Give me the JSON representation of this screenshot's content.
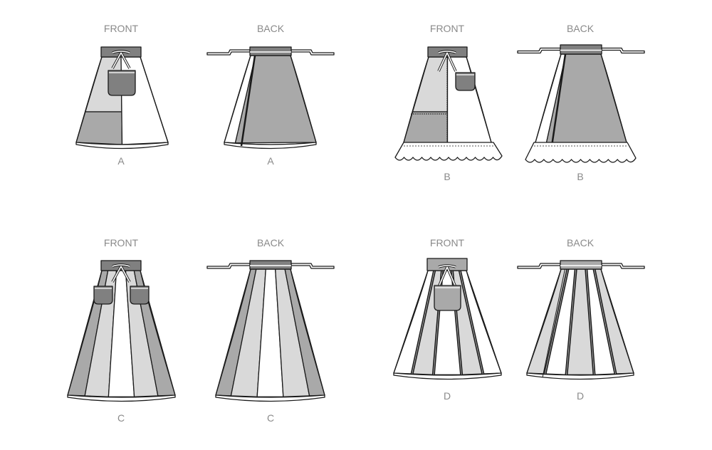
{
  "colors": {
    "dark": "#808080",
    "mid": "#a9a9a9",
    "light": "#d9d9d9",
    "white": "#ffffff",
    "line": "#1a1a1a"
  },
  "views": [
    {
      "view": "FRONT",
      "view_label": "A"
    },
    {
      "view": "BACK",
      "view_label": "A"
    },
    {
      "view": "FRONT",
      "view_label": "B"
    },
    {
      "view": "BACK",
      "view_label": "B"
    },
    {
      "view": "FRONT",
      "view_label": "C"
    },
    {
      "view": "BACK",
      "view_label": "C"
    },
    {
      "view": "FRONT",
      "view_label": "D"
    },
    {
      "view": "BACK",
      "view_label": "D"
    }
  ]
}
